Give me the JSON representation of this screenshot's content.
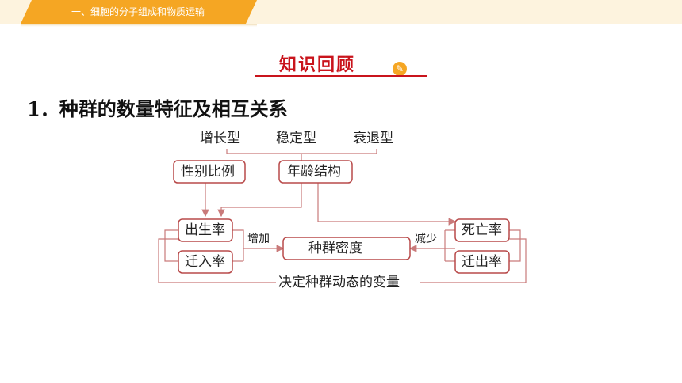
{
  "header": {
    "tab_label": "一、细胞的分子组成和物质运输"
  },
  "banner": {
    "title": "知识回顾"
  },
  "section": {
    "title": "1．种群的数量特征及相互关系"
  },
  "diagram": {
    "age_types": [
      "增长型",
      "稳定型",
      "衰退型"
    ],
    "sex_ratio": "性别比例",
    "age_structure": "年龄结构",
    "birth_rate": "出生率",
    "immigration_rate": "迁入率",
    "increase_label": "增加",
    "population_density": "种群密度",
    "decrease_label": "减少",
    "death_rate": "死亡率",
    "emigration_rate": "迁出率",
    "bottom_label": "决定种群动态的变量"
  },
  "colors": {
    "accent": "#f5a623",
    "banner_red": "#c9141c",
    "box_border": "#b84a4a",
    "line": "#c97a7a"
  }
}
